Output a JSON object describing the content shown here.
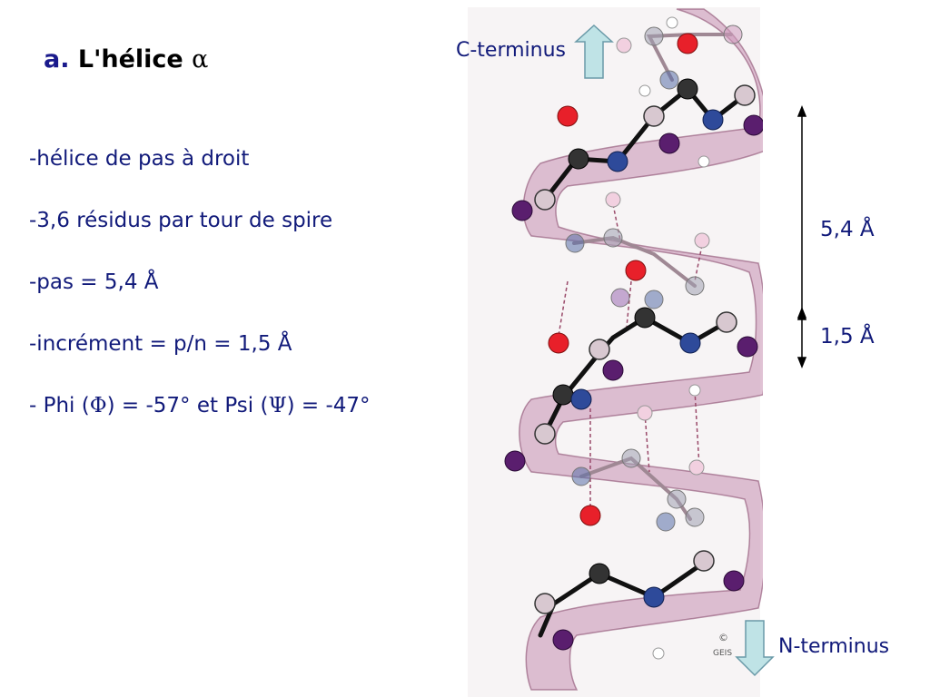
{
  "title": {
    "letter": "a.",
    "text": "L'hélice",
    "alpha": "α"
  },
  "bullets": [
    {
      "text": "-hélice de pas à droit"
    },
    {
      "text": "-3,6 résidus par tour de spire"
    },
    {
      "text": "-pas = 5,4 Å"
    },
    {
      "text": "-incrément = p/n = 1,5 Å"
    },
    {
      "pre": "- Phi (",
      "phi": "Φ",
      "mid": ") = -57°   et Psi (",
      "psi": "Ψ",
      "post": ") = -47°"
    }
  ],
  "labels": {
    "c_terminus": "C-terminus",
    "n_terminus": "N-terminus",
    "pitch": "5,4 Å",
    "rise": "1,5 Å"
  },
  "colors": {
    "text": "#111a7a",
    "arrow_fill": "#bfe3e6",
    "ribbon": "#c78fb0",
    "oxygen": "#e8202a",
    "nitrogen": "#2e4a9a",
    "carbon": "#333333",
    "side_chain": "#5a1e6e"
  },
  "icons": [
    "arrow-up-icon",
    "arrow-down-icon",
    "copyright-icon"
  ]
}
